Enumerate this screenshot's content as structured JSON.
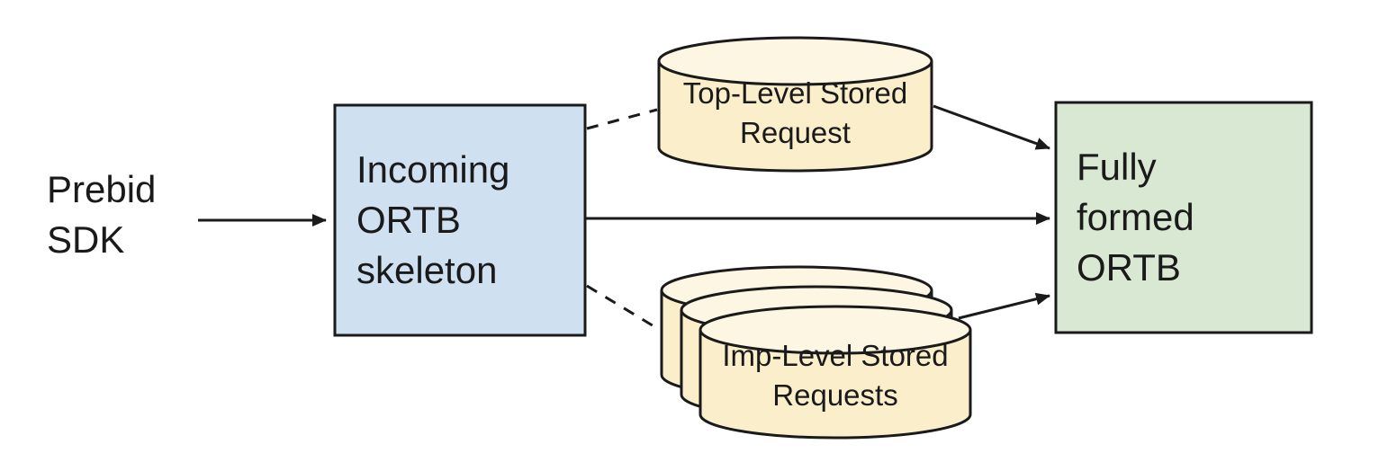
{
  "diagram": {
    "type": "flow-diagram",
    "nodes": {
      "prebid_sdk": {
        "line1": "Prebid",
        "line2": "SDK"
      },
      "incoming_ortb": {
        "line1": "Incoming",
        "line2": "ORTB",
        "line3": "skeleton"
      },
      "top_level_stored_request": {
        "line1": "Top-Level Stored",
        "line2": "Request"
      },
      "imp_level_stored_requests": {
        "line1": "Imp-Level Stored",
        "line2": "Requests"
      },
      "fully_formed_ortb": {
        "line1": "Fully",
        "line2": "formed",
        "line3": "ORTB"
      }
    },
    "edges": [
      {
        "from": "prebid_sdk",
        "to": "incoming_ortb",
        "style": "solid-arrow"
      },
      {
        "from": "incoming_ortb",
        "to": "top_level_stored_request",
        "style": "dashed"
      },
      {
        "from": "incoming_ortb",
        "to": "fully_formed_ortb",
        "style": "solid-arrow"
      },
      {
        "from": "incoming_ortb",
        "to": "imp_level_stored_requests",
        "style": "dashed"
      },
      {
        "from": "top_level_stored_request",
        "to": "fully_formed_ortb",
        "style": "solid-arrow"
      },
      {
        "from": "imp_level_stored_requests",
        "to": "fully_formed_ortb",
        "style": "solid-arrow"
      }
    ],
    "colors": {
      "incoming_box_fill": "#cfe1f1",
      "output_box_fill": "#d9e8d3",
      "cylinder_fill": "#fbefcb",
      "cylinder_top_fill": "#fdf6e2",
      "stroke": "#1a1a1a",
      "background": "#ffffff"
    }
  }
}
